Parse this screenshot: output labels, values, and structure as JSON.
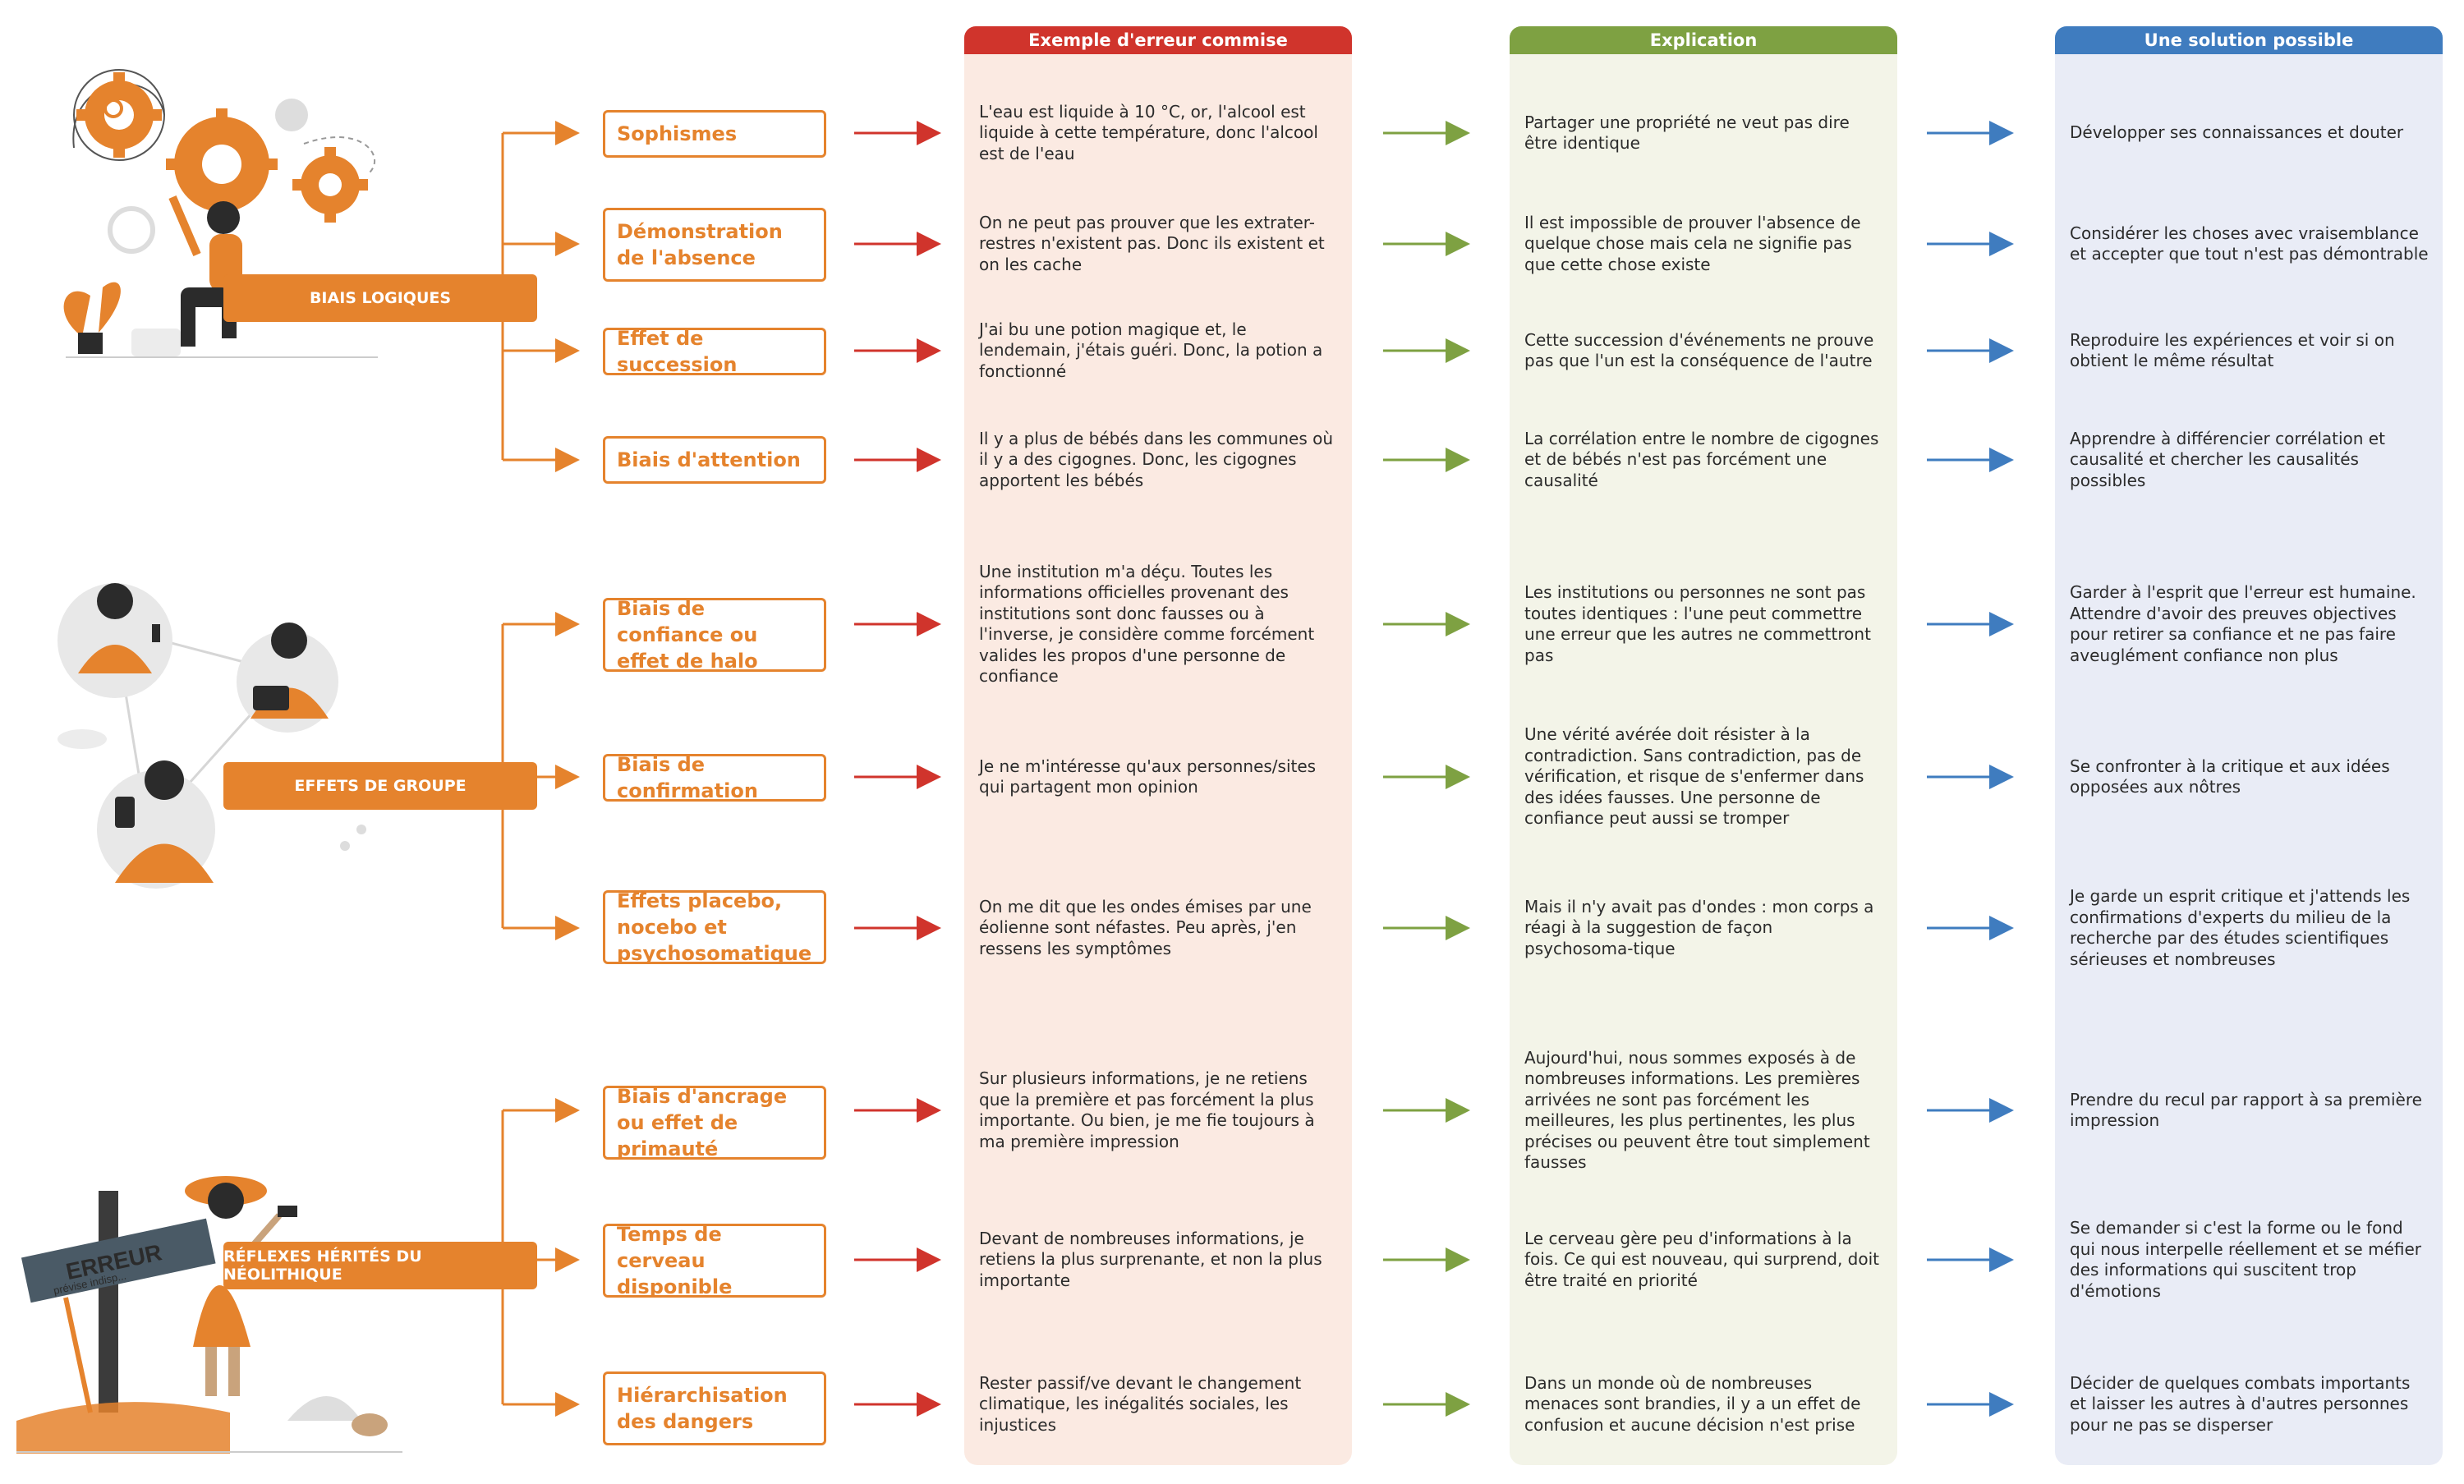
{
  "headers": {
    "error_example": "Exemple d'erreur commise",
    "explanation": "Explication",
    "solution": "Une solution possible"
  },
  "colors": {
    "orange": "#e5832d",
    "red": "#d0342c",
    "green": "#7ea142",
    "blue": "#3f7cbf",
    "panel_error": "#fbeae2",
    "panel_explanation": "#f3f4e8",
    "panel_solution": "#e9ecf6"
  },
  "illustration_text": {
    "sign_word": "ERREUR",
    "sign_small": "prévise indisp..."
  },
  "icons": [
    "gears-illustration",
    "network-people-illustration",
    "explorer-sign-illustration"
  ],
  "categories": [
    {
      "label": "BIAIS LOGIQUES",
      "rows": [
        {
          "bias": "Sophismes",
          "error": "L'eau est liquide à 10 °C, or, l'alcool est liquide à cette température, donc l'alcool est de l'eau",
          "explanation": "Partager une propriété ne veut pas dire être identique",
          "solution": "Développer ses connaissances et douter"
        },
        {
          "bias": "Démonstration de l'absence",
          "error": "On ne peut pas prouver que les extrater-restres n'existent pas. Donc ils existent et on les cache",
          "explanation": "Il est impossible de prouver l'absence de quelque chose mais cela ne signifie pas que cette chose existe",
          "solution": "Considérer les choses avec vraisemblance et accepter que tout n'est pas démontrable"
        },
        {
          "bias": "Effet de succession",
          "error": "J'ai bu une potion magique et, le lendemain, j'étais guéri. Donc, la potion a fonctionné",
          "explanation": "Cette succession d'événements ne prouve pas que l'un est la conséquence de l'autre",
          "solution": "Reproduire les expériences et voir si on obtient le même résultat"
        },
        {
          "bias": "Biais d'attention",
          "error": "Il y a plus de bébés dans les communes où il y a des cigognes. Donc, les cigognes apportent les bébés",
          "explanation": "La corrélation entre le nombre de cigognes et de bébés n'est pas forcément une causalité",
          "solution": "Apprendre à différencier corrélation et causalité et chercher les causalités possibles"
        }
      ]
    },
    {
      "label": "EFFETS DE GROUPE",
      "rows": [
        {
          "bias": "Biais de confiance ou effet de halo",
          "error": "Une institution m'a déçu. Toutes les informations officielles provenant des institutions sont donc fausses ou à l'inverse, je considère comme forcément valides les propos d'une personne de confiance",
          "explanation": "Les institutions ou personnes ne sont pas toutes identiques : l'une peut commettre une erreur que les autres ne commettront pas",
          "solution": "Garder à l'esprit que l'erreur est humaine. Attendre d'avoir des preuves objectives pour retirer sa confiance et ne pas faire aveuglément confiance non plus"
        },
        {
          "bias": "Biais de confirmation",
          "error": "Je ne m'intéresse qu'aux personnes/sites qui partagent mon opinion",
          "explanation": "Une vérité avérée doit résister à la contradiction. Sans contradiction, pas de vérification, et risque de s'enfermer dans des idées fausses. Une personne de confiance peut aussi se tromper",
          "solution": "Se confronter à la critique et aux idées opposées aux nôtres"
        },
        {
          "bias": "Effets placebo, nocebo et psychosomatique",
          "error": "On me dit que les ondes émises par une éolienne sont néfastes. Peu après, j'en ressens les symptômes",
          "explanation": "Mais il n'y avait pas d'ondes : mon corps a réagi à la suggestion de façon psychosoma-tique",
          "solution": "Je garde un esprit critique et j'attends les confirmations d'experts du milieu de la recherche par des études scientifiques sérieuses et nombreuses"
        }
      ]
    },
    {
      "label": "RÉFLEXES HÉRITÉS DU NÉOLITHIQUE",
      "rows": [
        {
          "bias": "Biais d'ancrage ou effet de primauté",
          "error": "Sur plusieurs informations, je ne retiens que la première et pas forcément la plus importante. Ou bien, je me fie toujours à ma première impression",
          "explanation": "Aujourd'hui, nous sommes exposés à de nombreuses informations. Les premières arrivées ne sont pas forcément les meilleures, les plus pertinentes, les plus précises ou peuvent être tout simplement fausses",
          "solution": "Prendre du recul par rapport à sa première impression"
        },
        {
          "bias": "Temps de cerveau disponible",
          "error": "Devant de nombreuses informations, je retiens la plus surprenante, et non la plus importante",
          "explanation": "Le cerveau gère peu d'informations à la fois. Ce qui est nouveau, qui surprend, doit être traité en priorité",
          "solution": "Se demander si c'est la forme ou le fond qui nous interpelle réellement et se méfier des informations qui suscitent trop d'émotions"
        },
        {
          "bias": "Hiérarchisation des dangers",
          "error": "Rester passif/ve devant le changement climatique, les inégalités sociales, les injustices",
          "explanation": "Dans un monde où de nombreuses menaces sont brandies, il y a un effet de confusion et aucune décision n'est prise",
          "solution": "Décider de quelques combats importants  et laisser les autres à d'autres personnes pour ne pas se disperser"
        }
      ]
    }
  ]
}
